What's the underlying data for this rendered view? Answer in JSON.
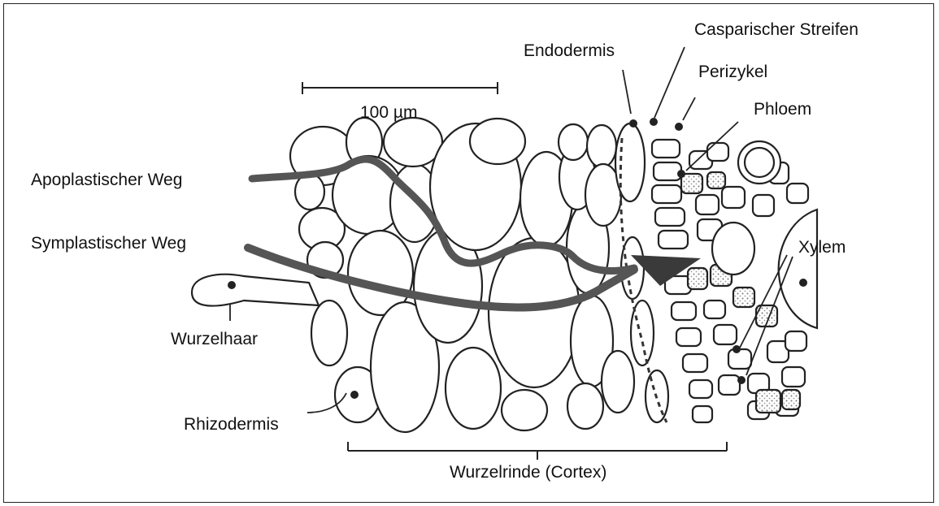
{
  "labels": {
    "scale_bar": "100 µm",
    "endodermis": "Endodermis",
    "casparian_strip": "Casparischer Streifen",
    "pericycle": "Perizykel",
    "phloem": "Phloem",
    "apoplastic_path": "Apoplastischer Weg",
    "symplastic_path": "Symplastischer Weg",
    "xylem": "Xylem",
    "root_hair": "Wurzelhaar",
    "rhizodermis": "Rhizodermis",
    "cortex": "Wurzelrinde (Cortex)"
  },
  "colors": {
    "ink": "#222222",
    "pathway": "#4a4a4a",
    "stipple": "#9a9a9a",
    "background": "#ffffff"
  }
}
